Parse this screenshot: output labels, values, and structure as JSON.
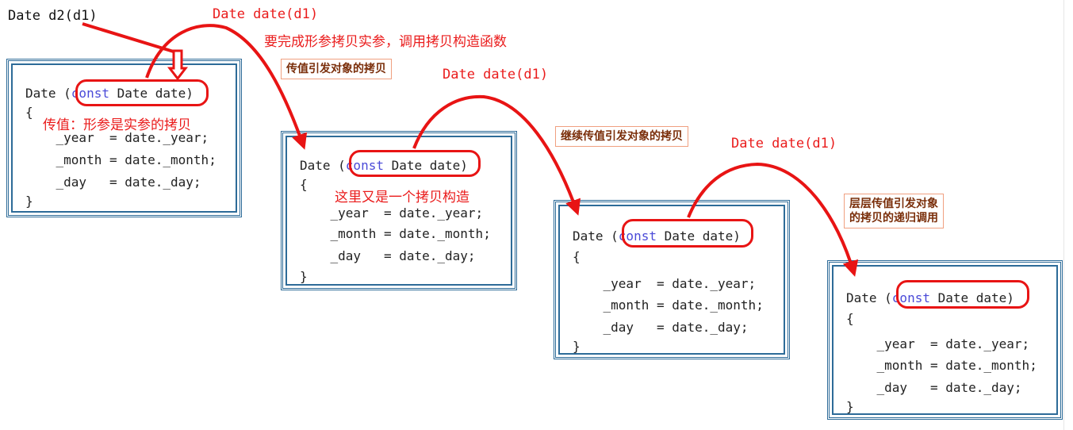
{
  "top_call": "Date d2(d1)",
  "call_labels": [
    "Date date(d1)",
    "Date date(d1)",
    "Date date(d1)"
  ],
  "notes": {
    "complete": "要完成形参拷贝实参，调用拷贝构造函数",
    "pass_value": "传值：形参是实参的拷贝",
    "again": "这里又是一个拷贝构造"
  },
  "tags": {
    "tag1": "传值引发对象的拷贝",
    "tag2": "继续传值引发对象的拷贝",
    "tag3_line1": "层层传值引发对象",
    "tag3_line2": "的拷贝的递归调用"
  },
  "code": {
    "open": "Date (",
    "keyword": "const",
    "param": " Date date",
    "close": ")",
    "brace_open": "{",
    "line1": "    _year  = date._year;",
    "line2": "    _month = date._month;",
    "line3": "    _day   = date._day;",
    "brace_close": "}"
  },
  "colors": {
    "arrow": "#e81414",
    "box_border": "#2d6b98",
    "keyword": "#4b4bd8",
    "tag_border": "#f0a080"
  }
}
